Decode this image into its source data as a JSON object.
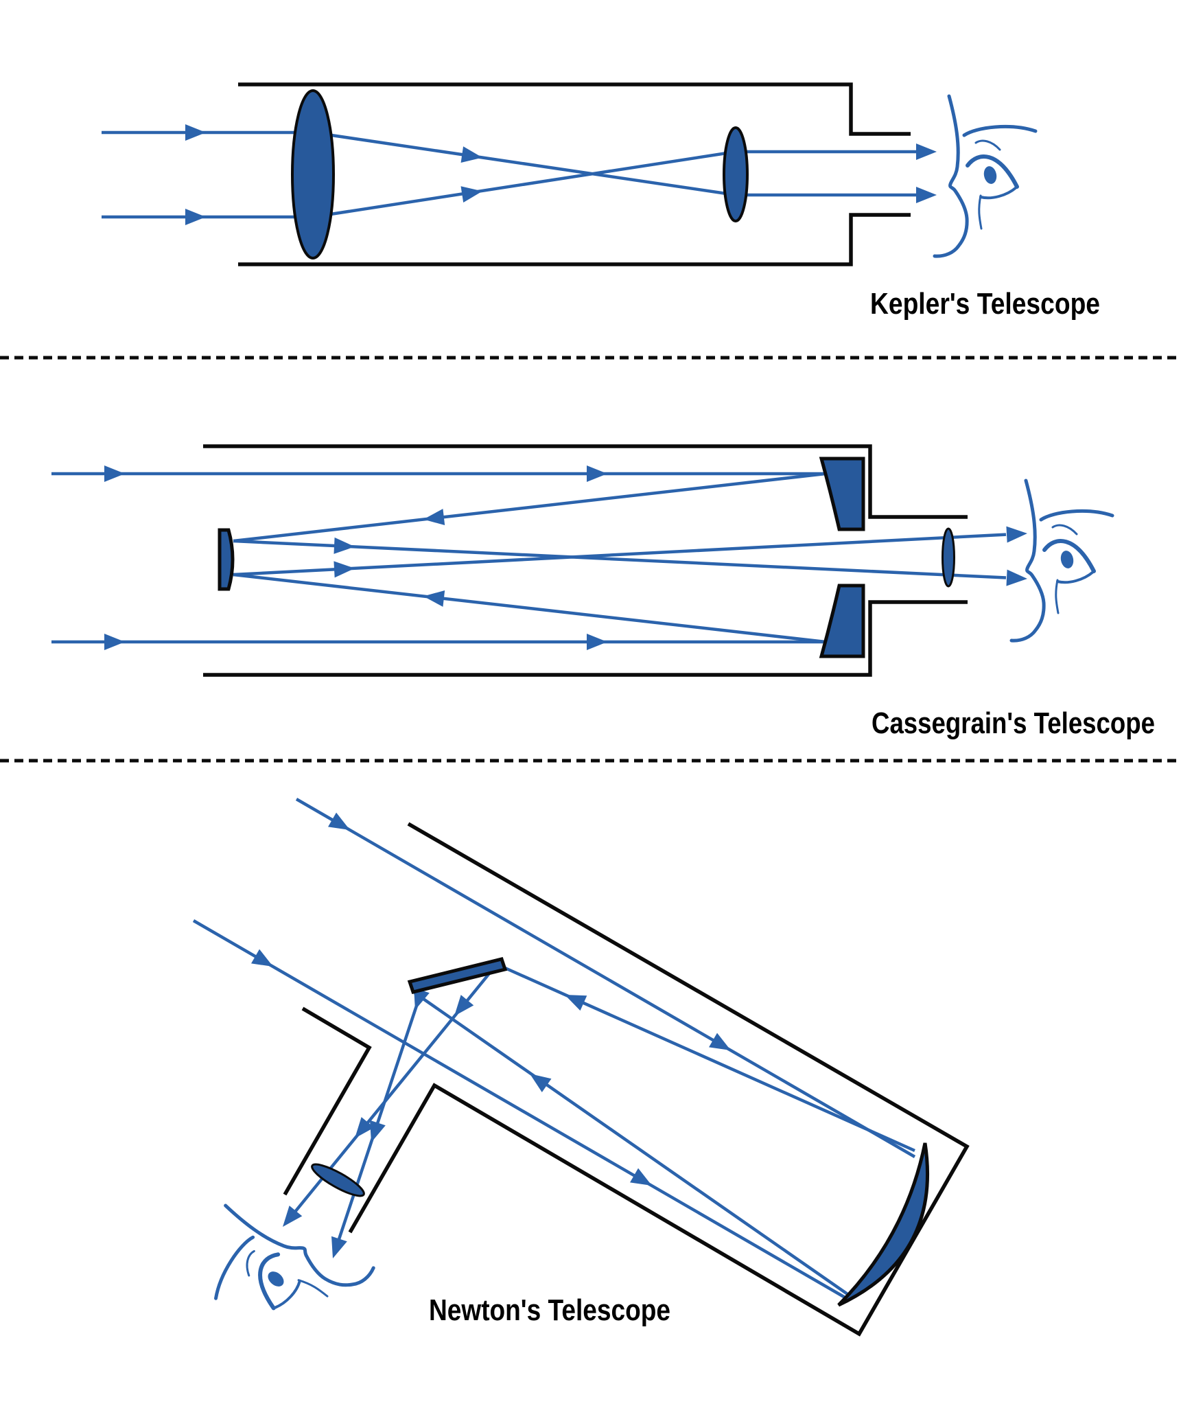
{
  "colors": {
    "element-blue": "#27599B",
    "ray-blue": "#2B63AC",
    "wall-black": "#0B0B0B",
    "label-black": "#000000",
    "background": "#FFFFFF"
  },
  "diagrams": [
    {
      "name": "kepler-telescope",
      "label": "Kepler's Telescope",
      "parts": [
        "telescope-tube",
        "objective-lens",
        "eyepiece-lens",
        "incoming-light-rays",
        "converging-light-rays",
        "exit-light-rays",
        "observer-eye"
      ]
    },
    {
      "name": "cassegrain-telescope",
      "label": "Cassegrain's Telescope",
      "parts": [
        "telescope-tube",
        "concave-primary-mirror",
        "secondary-mirror",
        "eyepiece-lens",
        "incoming-light-rays",
        "reflected-light-rays",
        "exit-light-rays",
        "observer-eye"
      ]
    },
    {
      "name": "newton-telescope",
      "label": "Newton's Telescope",
      "parts": [
        "tilted-telescope-tube",
        "concave-primary-mirror",
        "flat-secondary-mirror",
        "eyepiece-lens",
        "incoming-light-rays",
        "reflected-light-rays",
        "exit-light-rays",
        "observer-eye"
      ]
    }
  ],
  "separators": {
    "count": 2,
    "style": "dashed"
  }
}
